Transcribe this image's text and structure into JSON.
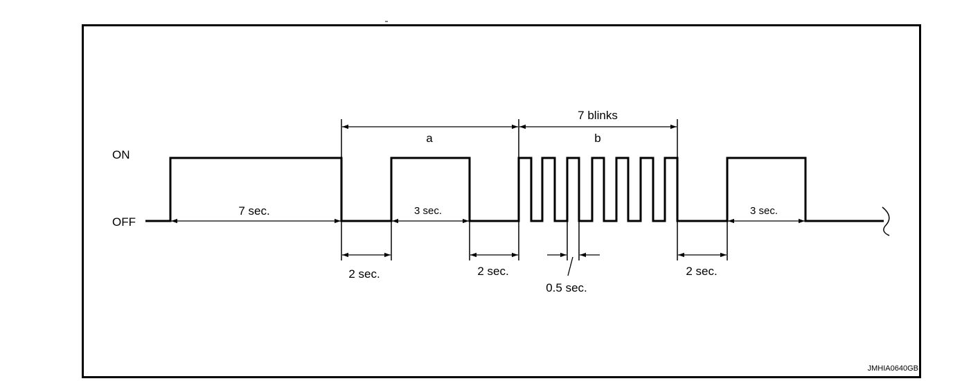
{
  "labels": {
    "on": "ON",
    "off": "OFF",
    "seven_blinks": "7 blinks",
    "a": "a",
    "b": "b",
    "seven_sec": "7 sec.",
    "three_sec_1": "3 sec.",
    "three_sec_2": "3 sec.",
    "two_sec_1": "2 sec.",
    "two_sec_2": "2 sec.",
    "two_sec_3": "2 sec.",
    "half_sec": "0.5 sec.",
    "figure_code": "JMHIA0640GB"
  }
}
